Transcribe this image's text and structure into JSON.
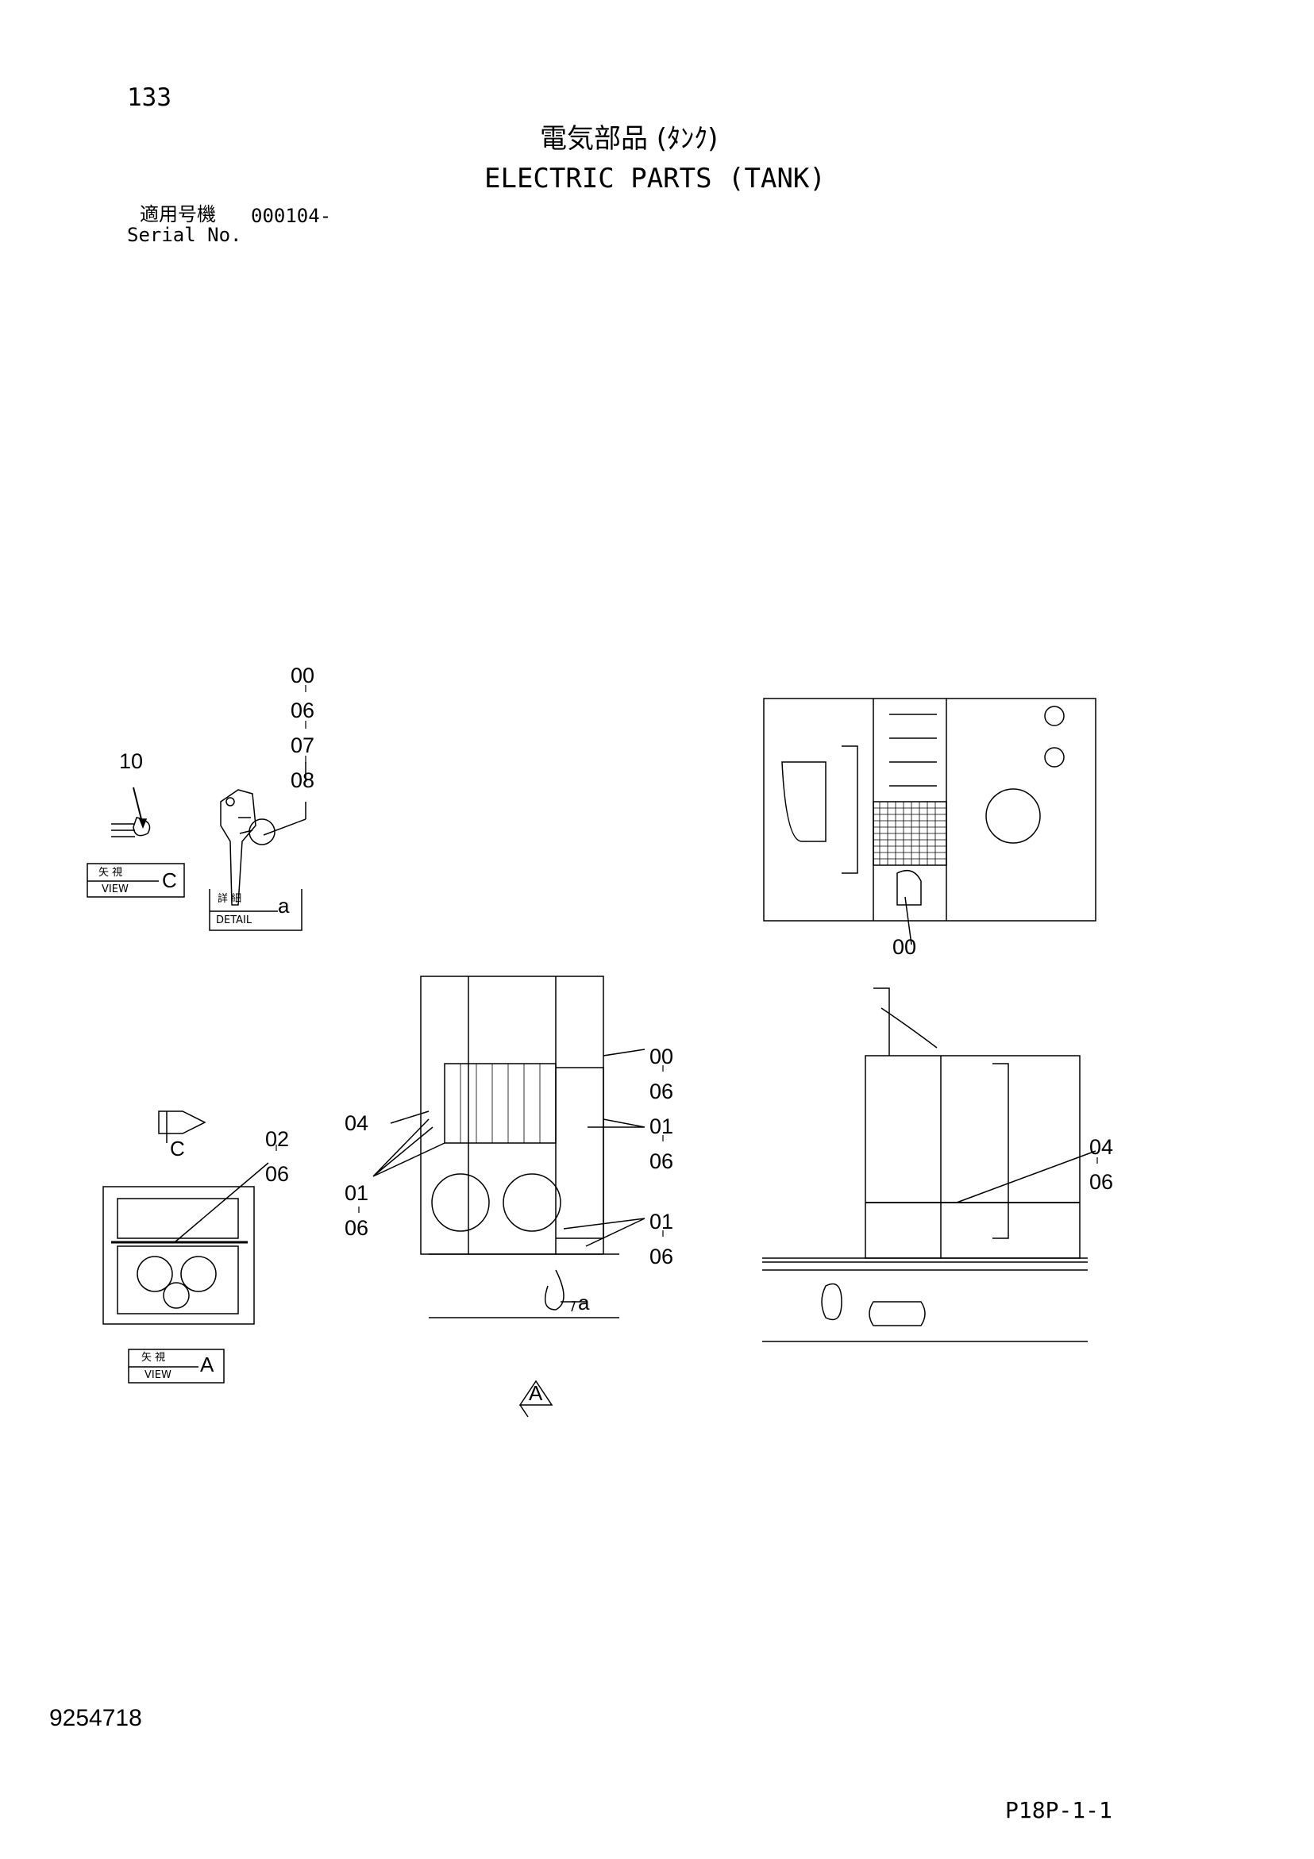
{
  "sheet_number": "133",
  "title_jp": "電気部品 (ﾀﾝｸ)",
  "title_en": "ELECTRIC PARTS (TANK)",
  "serial": {
    "label_jp": "適用号機",
    "value": "000104-",
    "label_en": "Serial No."
  },
  "part_number": "9254718",
  "page_code": "P18P-1-1",
  "views": {
    "view_c": {
      "jp": "矢 視",
      "en": "VIEW",
      "letter": "C"
    },
    "detail_a": {
      "jp": "詳 細",
      "en": "DETAIL",
      "letter": "a"
    },
    "view_a": {
      "jp": "矢 視",
      "en": "VIEW",
      "letter": "A"
    },
    "arrow_c": "C",
    "arrow_a": "A",
    "detail_mark": "a"
  },
  "callouts": {
    "detail_a_stack": [
      "00",
      "06",
      "07",
      "08"
    ],
    "view_c_item": "10",
    "top_view_item": "00",
    "view_a_stack": [
      "02",
      "06"
    ],
    "center_04": "04",
    "center_left_stack": [
      "01",
      "06"
    ],
    "center_right_top": [
      "00",
      "06"
    ],
    "center_right_mid": [
      "01",
      "06"
    ],
    "center_right_low": [
      "01",
      "06"
    ],
    "right_side_stack": [
      "04",
      "06"
    ]
  }
}
